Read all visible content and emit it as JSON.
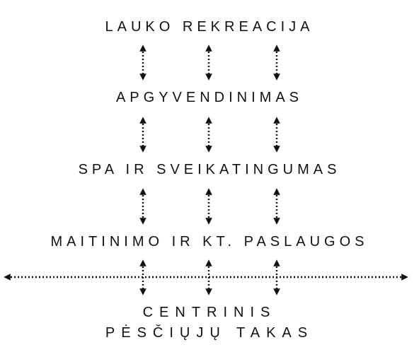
{
  "colors": {
    "ink": "#111111",
    "background": "#ffffff"
  },
  "levels": [
    {
      "label": "LAUKO REKREACIJA"
    },
    {
      "label": "APGYVENDINIMAS"
    },
    {
      "label": "SPA IR SVEIKATINGUMAS"
    },
    {
      "label": "MAITINIMO IR KT. PASLAUGOS"
    }
  ],
  "base": {
    "line1": "CENTRINIS",
    "line2": "PĖSČIŲJŲ TAKAS"
  },
  "connector_style": "dotted-double-arrow",
  "columns_per_gap": 3
}
